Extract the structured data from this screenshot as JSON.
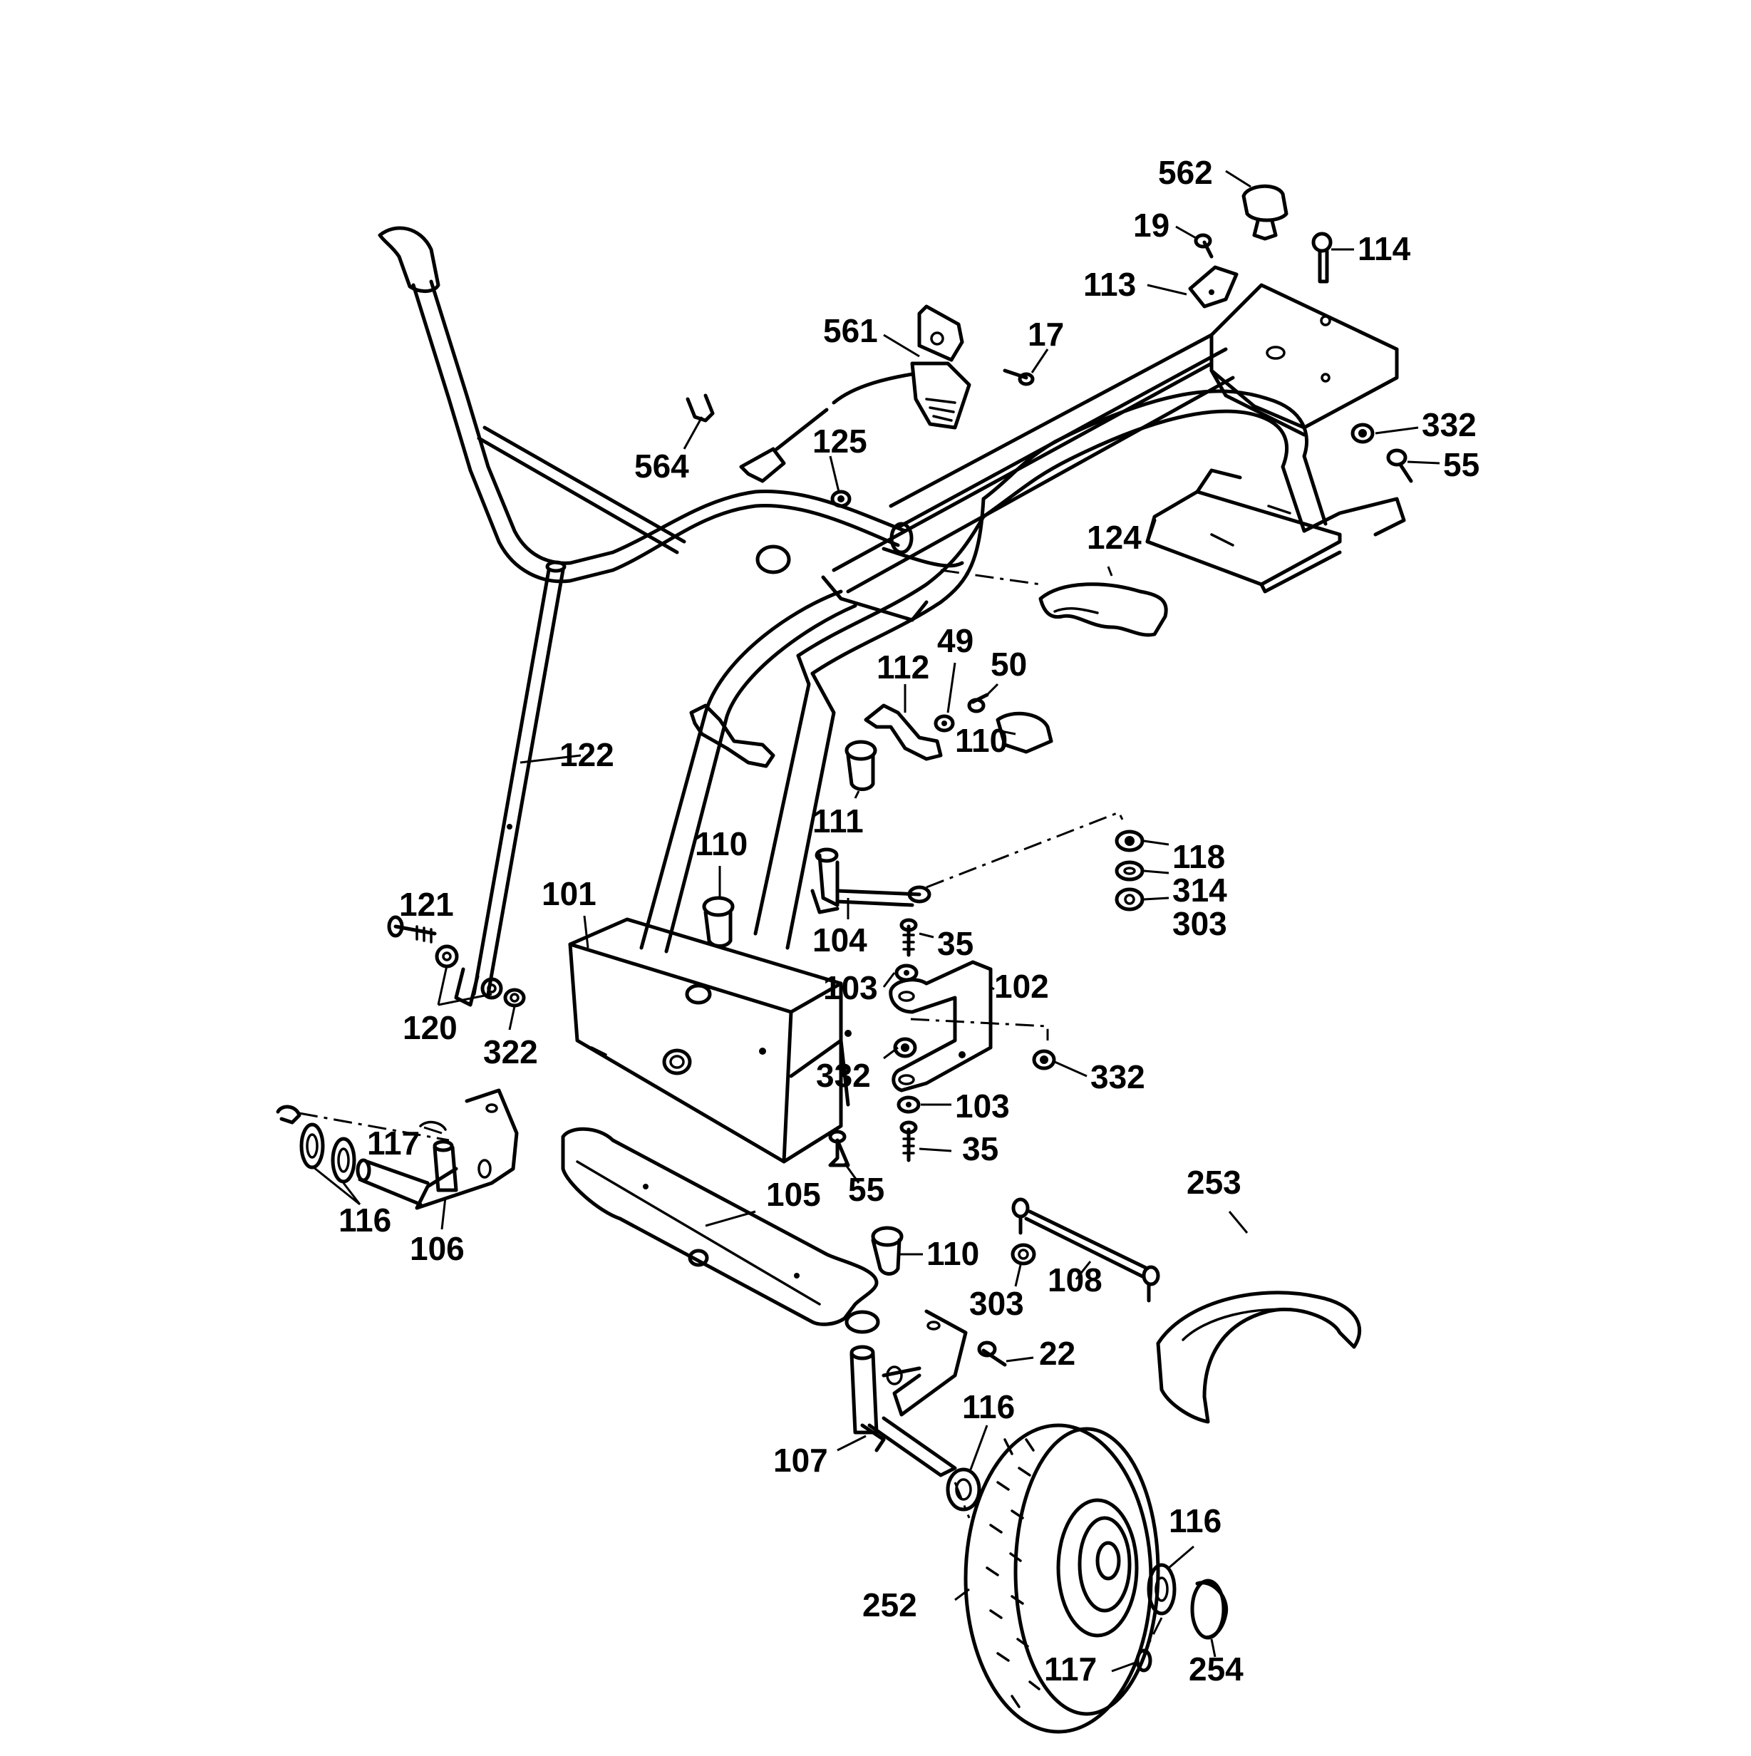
{
  "diagram": {
    "callouts": [
      {
        "id": "c562",
        "label": "562"
      },
      {
        "id": "c19",
        "label": "19"
      },
      {
        "id": "c114",
        "label": "114"
      },
      {
        "id": "c113",
        "label": "113"
      },
      {
        "id": "c561",
        "label": "561"
      },
      {
        "id": "c17",
        "label": "17"
      },
      {
        "id": "c564",
        "label": "564"
      },
      {
        "id": "c125",
        "label": "125"
      },
      {
        "id": "c332a",
        "label": "332"
      },
      {
        "id": "c55a",
        "label": "55"
      },
      {
        "id": "c124",
        "label": "124"
      },
      {
        "id": "c49",
        "label": "49"
      },
      {
        "id": "c50",
        "label": "50"
      },
      {
        "id": "c112",
        "label": "112"
      },
      {
        "id": "c110a",
        "label": "110"
      },
      {
        "id": "c122",
        "label": "122"
      },
      {
        "id": "c111",
        "label": "111"
      },
      {
        "id": "c110b",
        "label": "110"
      },
      {
        "id": "c118",
        "label": "118"
      },
      {
        "id": "c314",
        "label": "314"
      },
      {
        "id": "c303a",
        "label": "303"
      },
      {
        "id": "c121",
        "label": "121"
      },
      {
        "id": "c101",
        "label": "101"
      },
      {
        "id": "c104",
        "label": "104"
      },
      {
        "id": "c35a",
        "label": "35"
      },
      {
        "id": "c103a",
        "label": "103"
      },
      {
        "id": "c102",
        "label": "102"
      },
      {
        "id": "c120",
        "label": "120"
      },
      {
        "id": "c322",
        "label": "322"
      },
      {
        "id": "c332b",
        "label": "332"
      },
      {
        "id": "c332c",
        "label": "332"
      },
      {
        "id": "c103b",
        "label": "103"
      },
      {
        "id": "c35b",
        "label": "35"
      },
      {
        "id": "c117a",
        "label": "117"
      },
      {
        "id": "c55b",
        "label": "55"
      },
      {
        "id": "c253",
        "label": "253"
      },
      {
        "id": "c116a",
        "label": "116"
      },
      {
        "id": "c105",
        "label": "105"
      },
      {
        "id": "c106",
        "label": "106"
      },
      {
        "id": "c110c",
        "label": "110"
      },
      {
        "id": "c303b",
        "label": "303"
      },
      {
        "id": "c108",
        "label": "108"
      },
      {
        "id": "c22",
        "label": "22"
      },
      {
        "id": "c116b",
        "label": "116"
      },
      {
        "id": "c107",
        "label": "107"
      },
      {
        "id": "c116c",
        "label": "116"
      },
      {
        "id": "c252",
        "label": "252"
      },
      {
        "id": "c117b",
        "label": "117"
      },
      {
        "id": "c254",
        "label": "254"
      }
    ]
  }
}
